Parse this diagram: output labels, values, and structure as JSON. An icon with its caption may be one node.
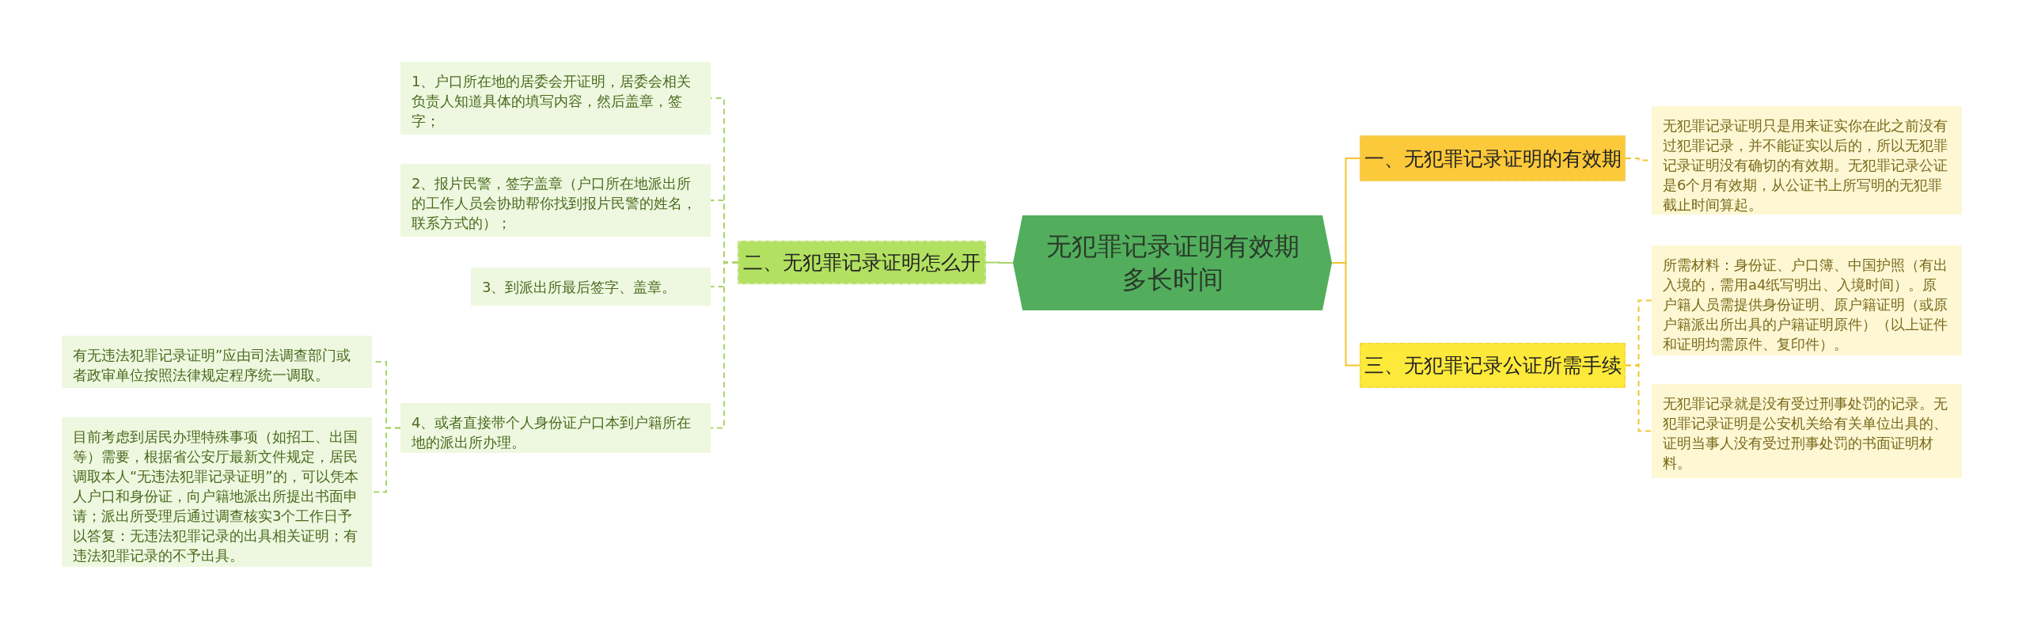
{
  "diagram": {
    "nodes": [
      {
        "text": [
          "无犯罪记录证明有效期多长时间"
        ]
      },
      {
        "text": [
          "一、无犯罪记录证明的有效期"
        ]
      },
      {
        "text": [
          "无犯罪记录证明只是用来证实你在此之前没有过犯罪记录，并不能证实以后的，所以无犯罪记录证明没有确切的有效期。无犯罪记录公证是6个月有效期，从公证书上所写明的无犯罪截止时间算起。"
        ]
      },
      {
        "text": [
          "二、无犯罪记录证明怎么开"
        ]
      },
      {
        "text": [
          "1、户口所在地的居委会开证明，居委会相关负责人知道具体的填写内容，然后盖章，签字；"
        ]
      },
      {
        "text": [
          "2、报片民警，签字盖章（户口所在地派出所的工作人员会协助帮你找到报片民警的姓名，联系方式的）；"
        ]
      },
      {
        "text": [
          "3、到派出所最后签字、盖章。"
        ]
      },
      {
        "text": [
          "4、或者直接带个人身份证户口本到户籍所在地的派出所办理。"
        ]
      },
      {
        "text": [
          "有无违法犯罪记录证明”应由司法调查部门或者政审单位按照法律规定程序统一调取。"
        ]
      },
      {
        "text": [
          "目前考虑到居民办理特殊事项（如招工、出国等）需要，根据省公安厅最新文件规定，居民调取本人“无违法犯罪记录证明”的，可以凭本人户口和身份证，向户籍地派出所提出书面申请；派出所受理后通过调查核实3个工作日予以答复：无违法犯罪记录的出具相关证明；有违法犯罪记录的不予出具。"
        ]
      },
      {
        "text": [
          "三、无犯罪记录公证所需手续"
        ]
      },
      {
        "text": [
          "所需材料：身份证、户口簿、中国护照（有出入境的，需用a4纸写明出、入境时间）。原户籍人员需提供身份证明、原户籍证明（或原户籍派出所出具的户籍证明原件）（以上证件和证明均需原件、复印件）。"
        ]
      },
      {
        "text": [
          "无犯罪记录就是没有受过刑事处罚的记录。无犯罪记录证明是公安机关给有关单位出具的、证明当事人没有受过刑事处罚的书面证明材料。"
        ]
      }
    ],
    "edges": [
      {
        "from": 0,
        "to": 1,
        "arrow": "none",
        "color": "#f2c530"
      },
      {
        "from": 0,
        "to": 3,
        "arrow": "none"
      },
      {
        "from": 0,
        "to": 10,
        "arrow": "none",
        "color": "#f2c530"
      },
      {
        "from": 1,
        "to": 2,
        "arrow": "none",
        "style": "dashed",
        "color": "#f2c530"
      },
      {
        "from": 3,
        "to": 4,
        "arrow": "none",
        "style": "dashed"
      },
      {
        "from": 3,
        "to": 5,
        "arrow": "none",
        "style": "dashed"
      },
      {
        "from": 3,
        "to": 6,
        "arrow": "none",
        "style": "dashed"
      },
      {
        "from": 3,
        "to": 7,
        "arrow": "none",
        "style": "dashed"
      },
      {
        "from": 7,
        "to": 8,
        "arrow": "none",
        "style": "dashed"
      },
      {
        "from": 7,
        "to": 9,
        "arrow": "none",
        "style": "dashed"
      },
      {
        "from": 10,
        "to": 11,
        "arrow": "none",
        "style": "dashed",
        "color": "#f2c530"
      },
      {
        "from": 10,
        "to": 12,
        "arrow": "none",
        "style": "dashed",
        "color": "#f2c530"
      }
    ]
  }
}
